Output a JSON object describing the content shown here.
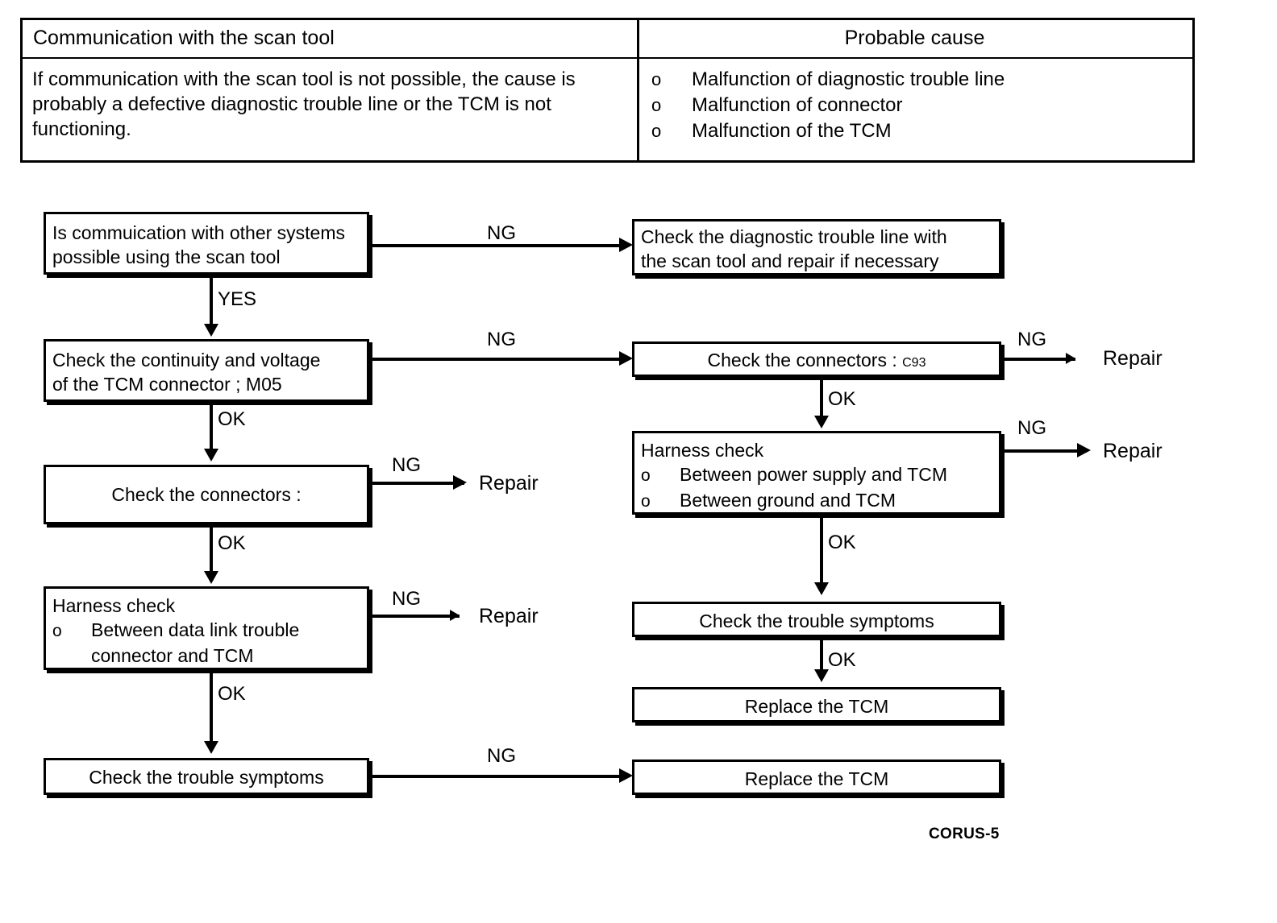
{
  "table": {
    "headers": [
      "Communication with the scan tool",
      "Probable cause"
    ],
    "description": "If communication with the scan tool is not possible, the cause is probably a defective diagnostic trouble line or the TCM is not functioning.",
    "bullet_glyph": "o",
    "causes": [
      "Malfunction of diagnostic trouble line",
      "Malfunction of connector",
      "Malfunction of the TCM"
    ]
  },
  "flow": {
    "bullet_glyph": "o",
    "left": {
      "b1_line1": "Is commuication with other systems",
      "b1_line2": "possible using the scan tool",
      "b2_line1": "Check the continuity and voltage",
      "b2_line2": "of the TCM connector ; M05",
      "b3": "Check the connectors :",
      "b4_title": "Harness check",
      "b4_item1a": "Between data link trouble",
      "b4_item1b": "connector and TCM",
      "b5": "Check the trouble symptoms"
    },
    "right": {
      "r1_line1": "Check the diagnostic trouble line with",
      "r1_line2": "the scan tool and repair if necessary",
      "r2_text": "Check the connectors : ",
      "r2_sub": "C93",
      "r3_title": "Harness check",
      "r3_item1": "Between power supply and TCM",
      "r3_item2": "Between ground and TCM",
      "r4": "Check the trouble symptoms",
      "r5": "Replace the TCM",
      "r6": "Replace the TCM"
    },
    "edges": {
      "e1_ng": "NG",
      "e2_yes": "YES",
      "e3_ng": "NG",
      "e4_ok": "OK",
      "e5_ng": "NG",
      "e6_ok": "OK",
      "e7_ng": "NG",
      "e8_ok": "OK",
      "e9_ng": "NG",
      "e10_ng": "NG",
      "e11_ok": "OK",
      "e12_ng": "NG",
      "e13_ok": "OK",
      "e14_ok": "OK"
    },
    "terminals": {
      "t1_repair": "Repair",
      "t2_repair": "Repair",
      "t3_repair": "Repair",
      "t4_repair": "Repair"
    }
  },
  "footer": {
    "code": "CORUS-5"
  }
}
